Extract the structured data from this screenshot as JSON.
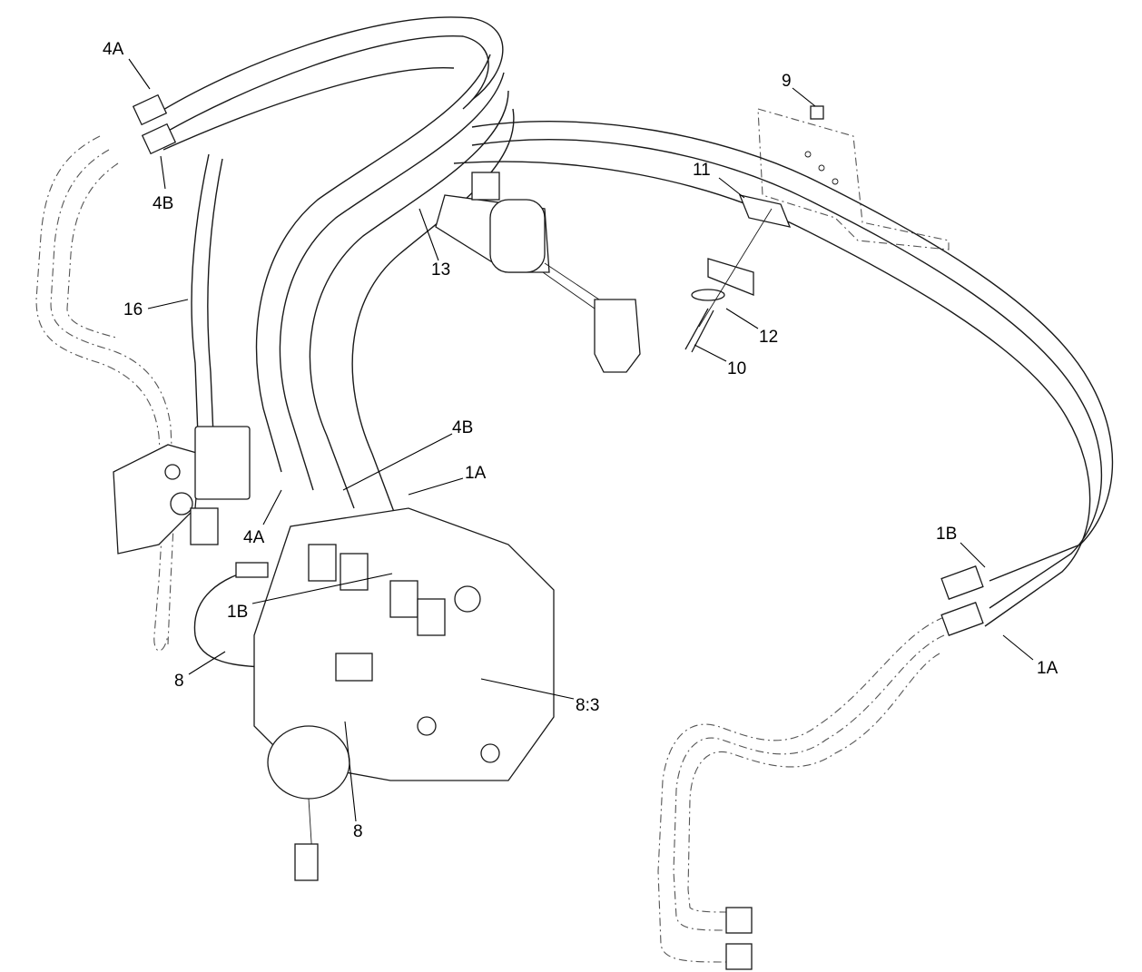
{
  "diagram": {
    "labels": {
      "l4A_top": "4A",
      "l4B_top": "4B",
      "l9": "9",
      "l11": "11",
      "l13": "13",
      "l16": "16",
      "l12": "12",
      "l10": "10",
      "l4B_mid": "4B",
      "l1A_mid": "1A",
      "l4A_mid": "4A",
      "l1B_right": "1B",
      "l1B_mid": "1B",
      "l1A_right": "1A",
      "l8_left": "8",
      "l8_3": "8:3",
      "l8_bottom": "8"
    }
  }
}
